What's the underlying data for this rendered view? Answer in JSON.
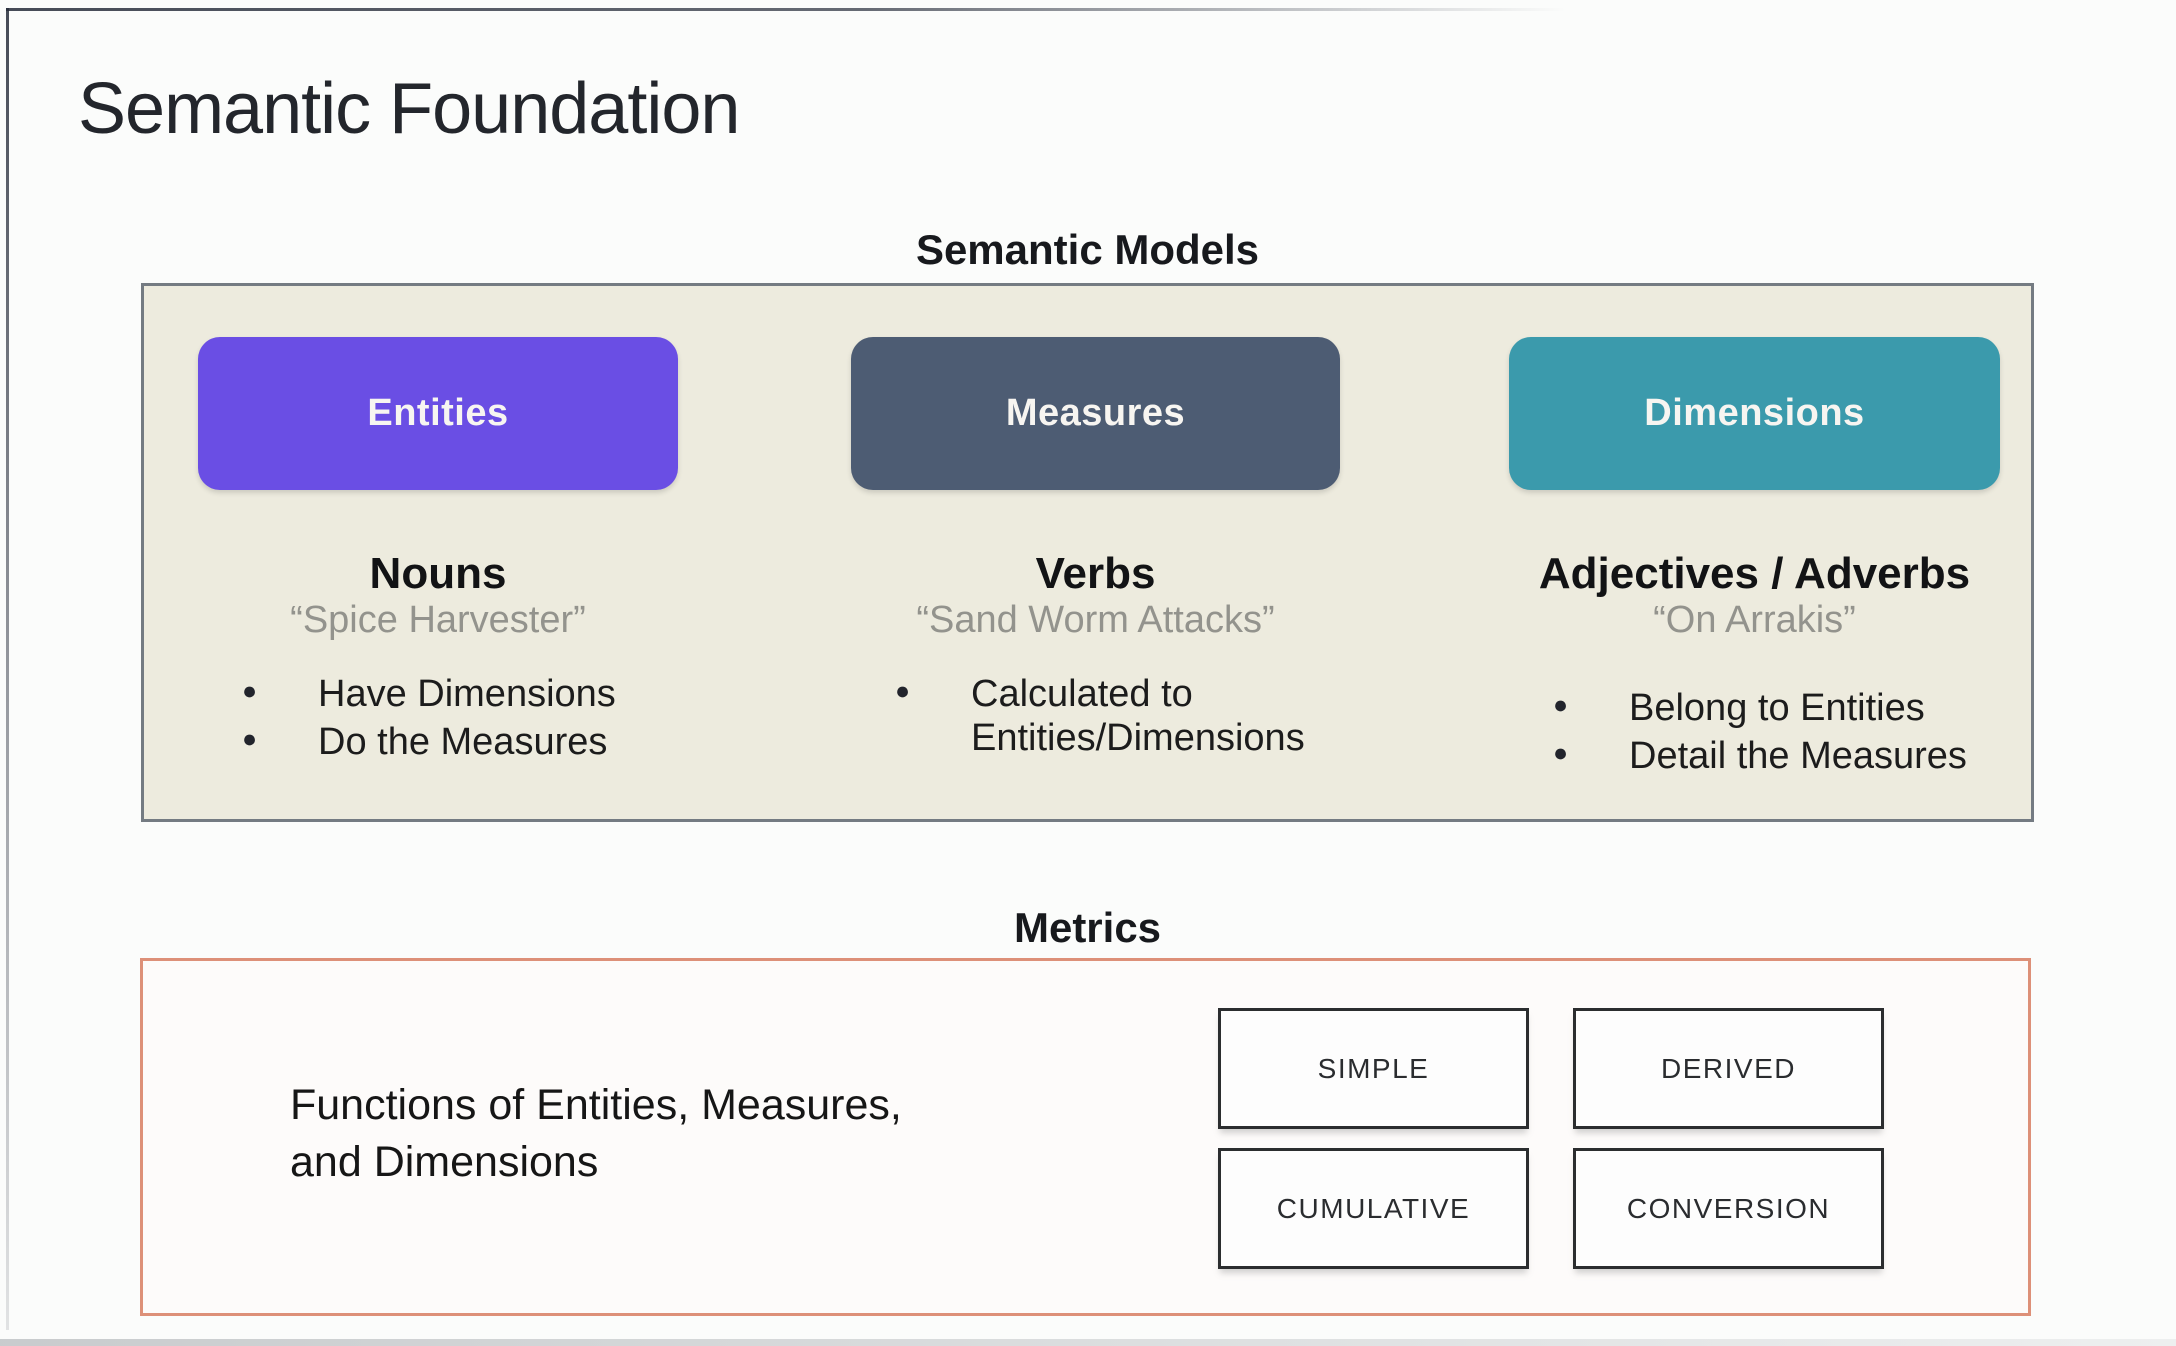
{
  "title": "Semantic Foundation",
  "semantic_models": {
    "heading": "Semantic Models",
    "columns": [
      {
        "name": "Entities",
        "color": "#6a4ee4",
        "part_of_speech": "Nouns",
        "example": "“Spice Harvester”",
        "bullets": [
          "Have Dimensions",
          "Do the Measures"
        ]
      },
      {
        "name": "Measures",
        "color": "#4d5c73",
        "part_of_speech": "Verbs",
        "example": "“Sand Worm Attacks”",
        "bullets": [
          "Calculated to\nEntities/Dimensions"
        ]
      },
      {
        "name": "Dimensions",
        "color": "#3b9aac",
        "part_of_speech": "Adjectives / Adverbs",
        "example": "“On Arrakis”",
        "bullets": [
          "Belong to Entities",
          "Detail the Measures"
        ]
      }
    ]
  },
  "metrics": {
    "heading": "Metrics",
    "description": [
      "Functions of Entities, Measures,",
      "and Dimensions"
    ],
    "types": [
      "SIMPLE",
      "DERIVED",
      "CUMULATIVE",
      "CONVERSION"
    ]
  },
  "colors": {
    "entities_pill": "#6a4ee4",
    "measures_pill": "#4d5c73",
    "dimensions_pill": "#3b9aac",
    "panel_background": "#edebde",
    "panel_border": "#747b82",
    "metrics_border": "#dd9078",
    "quote_text": "#93938d"
  }
}
